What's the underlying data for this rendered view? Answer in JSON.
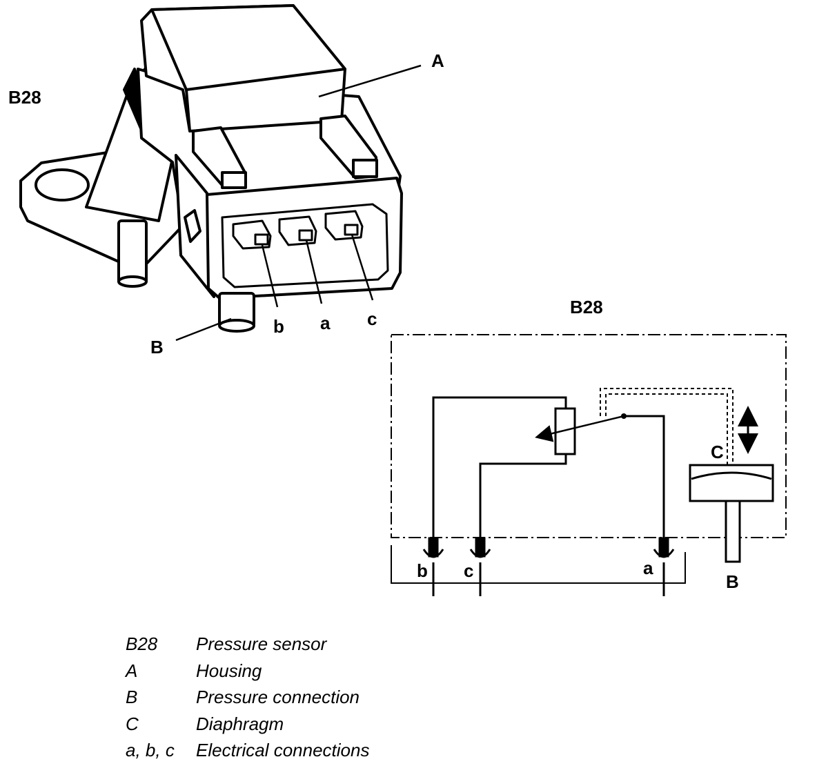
{
  "figure": {
    "sensor_id_label": "B28",
    "schematic_title": "B28",
    "callouts": {
      "housing": "A",
      "pressure_connection": "B",
      "diaphragm": "C",
      "pin_a": "a",
      "pin_b": "b",
      "pin_c": "c"
    },
    "schematic_labels": {
      "pin_a": "a",
      "pin_b": "b",
      "pin_c": "c",
      "diaphragm": "C",
      "pressure_port": "B"
    }
  },
  "legend": [
    {
      "key": "B28",
      "desc": "Pressure sensor"
    },
    {
      "key": "A",
      "desc": "Housing"
    },
    {
      "key": "B",
      "desc": "Pressure connection"
    },
    {
      "key": "C",
      "desc": "Diaphragm"
    },
    {
      "key": "a, b, c",
      "desc": "Electrical connections"
    }
  ]
}
